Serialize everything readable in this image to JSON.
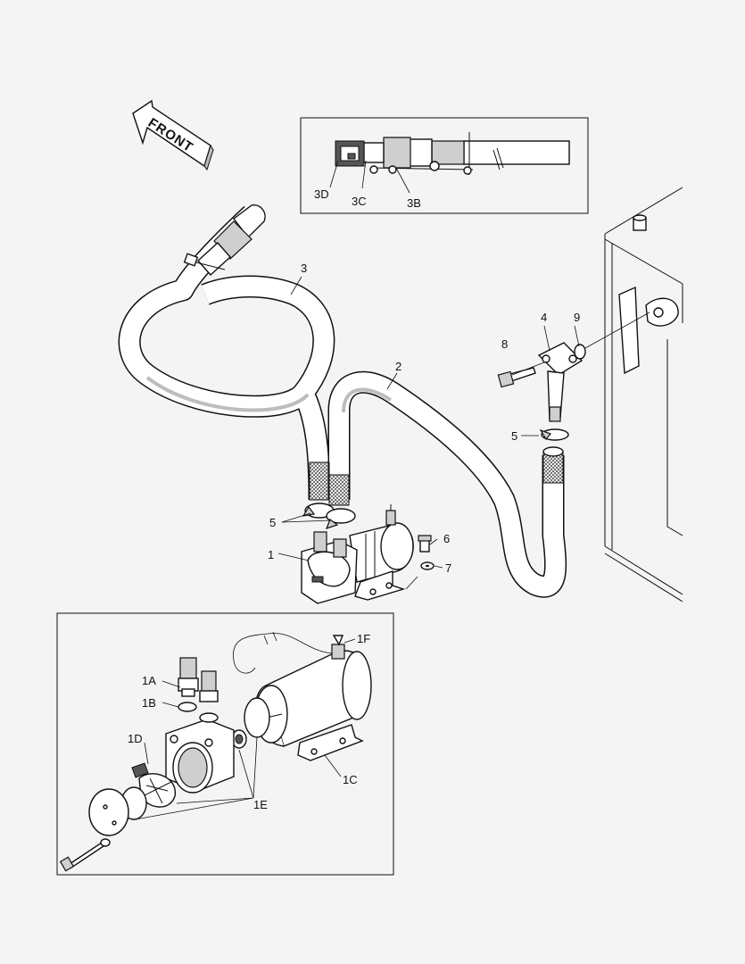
{
  "direction_arrow": {
    "text": "FRONT"
  },
  "callouts": {
    "c1": "1",
    "c2": "2",
    "c3": "3",
    "c4": "4",
    "c5a": "5",
    "c5b": "5",
    "c6": "6",
    "c7": "7",
    "c8": "8",
    "c9": "9",
    "c3b": "3B",
    "c3c": "3C",
    "c3d": "3D",
    "c1a": "1A",
    "c1b": "1B",
    "c1c": "1C",
    "c1d": "1D",
    "c1e": "1E",
    "c1f": "1F"
  }
}
